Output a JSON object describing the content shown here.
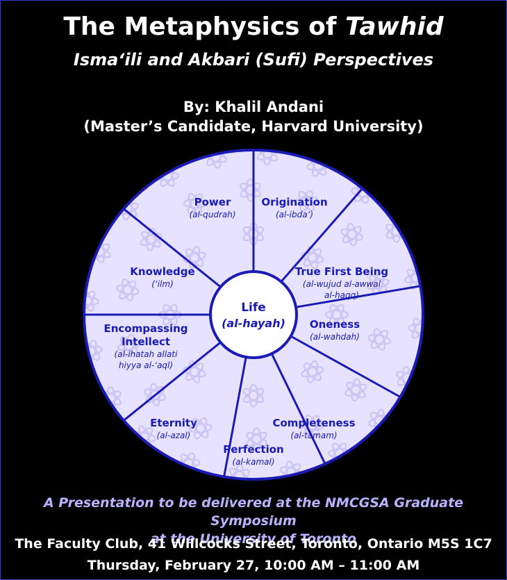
{
  "title": {
    "main": "The Metaphysics of ",
    "italic": "Tawhid"
  },
  "subtitle": "Isma‘ili and Akbari (Sufi) Perspectives",
  "author": {
    "line1": "By: Khalil Andani",
    "line2": "(Master’s Candidate, Harvard University)"
  },
  "wheel": {
    "center": {
      "name": "Life",
      "translit": "(al-hayah)"
    },
    "segments": [
      {
        "name": [
          "Power"
        ],
        "translit": [
          "(al-qudrah)"
        ]
      },
      {
        "name": [
          "Origination"
        ],
        "translit": [
          "(al-ibda‘)"
        ]
      },
      {
        "name": [
          "True First Being"
        ],
        "translit": [
          "(al-wujud al-awwal",
          "al-haqq)"
        ]
      },
      {
        "name": [
          "Oneness"
        ],
        "translit": [
          "(al-wahdah)"
        ]
      },
      {
        "name": [
          "Completeness"
        ],
        "translit": [
          "(al-tamam)"
        ]
      },
      {
        "name": [
          "Perfection"
        ],
        "translit": [
          "(al-kamal)"
        ]
      },
      {
        "name": [
          "Eternity"
        ],
        "translit": [
          "(al-azal)"
        ]
      },
      {
        "name": [
          "Encompassing",
          "Intellect"
        ],
        "translit": [
          "(al-ihatah  allati",
          "hiyya al-‘aql)"
        ]
      },
      {
        "name": [
          "Knowledge"
        ],
        "translit": [
          "(‘ilm)"
        ]
      }
    ]
  },
  "presentation": {
    "line1": "A Presentation to be delivered at the NMCGSA Graduate Symposium",
    "line2": "at the University of Toronto"
  },
  "venue": "The Faculty Club, 41 Willcocks Street, Toronto, Ontario M5S 1C7",
  "datetime": "Thursday, February 27, 10:00 AM – 11:00 AM",
  "colors": {
    "wheel_fill": "#e6e2ff",
    "wheel_pattern": "#c9c2f5",
    "line": "#1a1ab4",
    "accent_text": "#b9b3ff"
  }
}
